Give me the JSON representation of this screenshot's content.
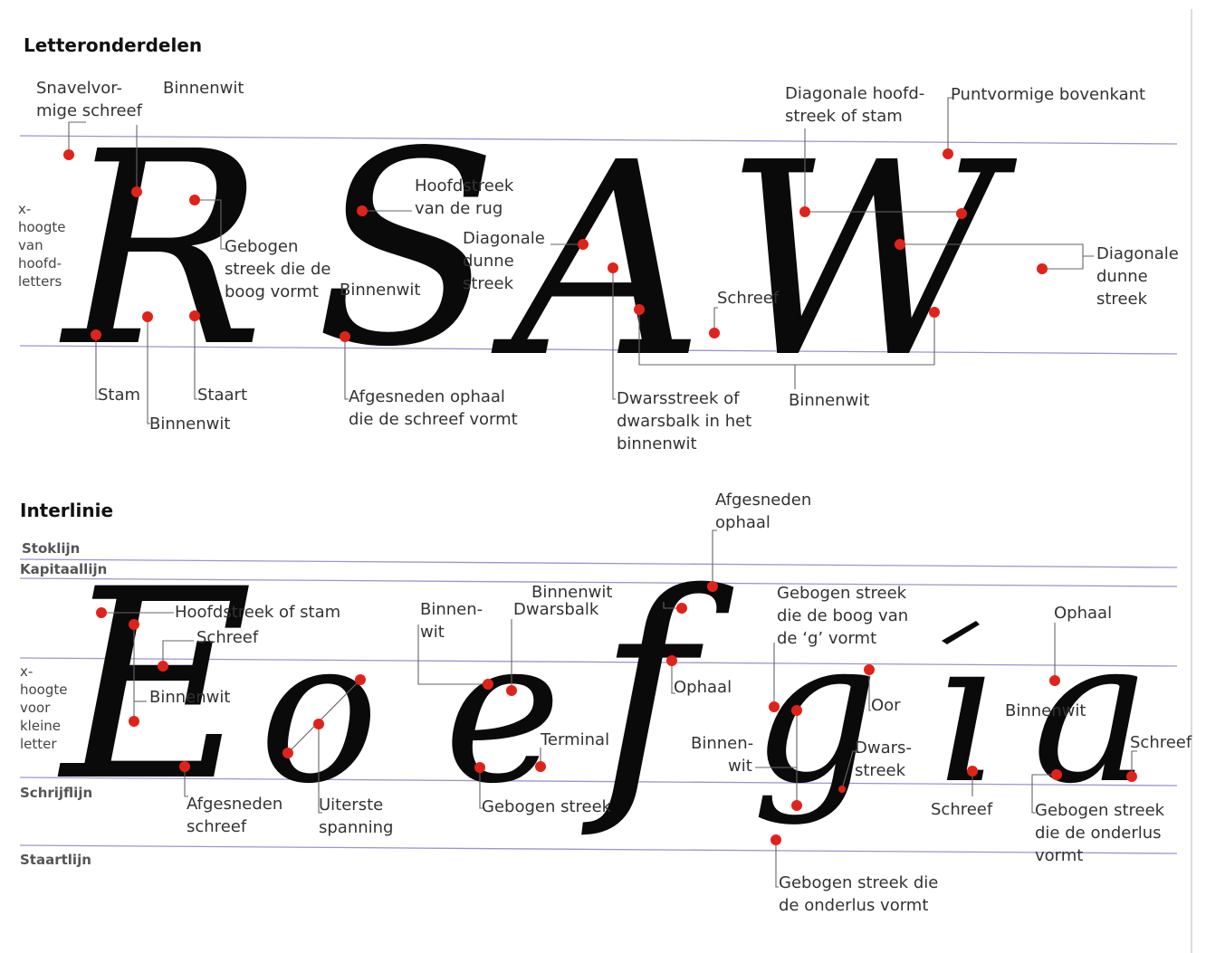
{
  "section_letterparts": {
    "heading": "Letteronderdelen",
    "letters": [
      "R",
      "S",
      "A",
      "W"
    ],
    "xheight_label": [
      "x-",
      "hoogte",
      "van",
      "hoofd-",
      "letters"
    ],
    "labels": {
      "snavelvormige": [
        "Snavelvor-",
        "mige schreef"
      ],
      "binnenwit_r_top": "Binnenwit",
      "gebogen_boog": [
        "Gebogen",
        "streek die de",
        "boog vormt"
      ],
      "stam": "Stam",
      "staart": "Staart",
      "binnenwit_r_bottom": "Binnenwit",
      "hoofdstreek_rug": [
        "Hoofdstreek",
        "van de rug"
      ],
      "binnenwit_s": "Binnenwit",
      "afgesneden_ophaal": [
        "Afgesneden ophaal",
        "die de schreef vormt"
      ],
      "diagonale_dunne_a": [
        "Diagonale",
        "dunne",
        "streek"
      ],
      "schreef_a": "Schreef",
      "dwarsstreek": [
        "Dwarsstreek of",
        "dwarsbalk in het",
        "binnenwit"
      ],
      "binnenwit_aw": "Binnenwit",
      "diagonale_hoofd": [
        "Diagonale hoofd-",
        "streek of stam"
      ],
      "puntvormige": "Puntvormige bovenkant",
      "diagonale_dunne_w": [
        "Diagonale",
        "dunne",
        "streek"
      ]
    }
  },
  "section_interline": {
    "heading": "Interlinie",
    "letters": [
      "E",
      "o",
      "e",
      "f",
      "g",
      "ı",
      "a"
    ],
    "line_names": {
      "stoklijn": "Stoklijn",
      "kapitaallijn": "Kapitaallijn",
      "schrijflijn": "Schrijflijn",
      "staartlijn": "Staartlijn"
    },
    "xheight_label": [
      "x-",
      "hoogte",
      "voor",
      "kleine",
      "letter"
    ],
    "labels": {
      "hoofdstreek_stam": "Hoofdstreek of stam",
      "schreef_e": "Schreef",
      "binnenwit_e": "Binnenwit",
      "afgesneden_schreef": [
        "Afgesneden",
        "schreef"
      ],
      "uiterste_spanning": [
        "Uiterste",
        "spanning"
      ],
      "binnenwit_o": [
        "Binnen-",
        "wit"
      ],
      "dwarsbalk": "Dwarsbalk",
      "binnenwit_f": "Binnenwit",
      "terminal": "Terminal",
      "gebogen_streek_e": "Gebogen streek",
      "afgesneden_ophaal_f": [
        "Afgesneden",
        "ophaal"
      ],
      "ophaal_f": "Ophaal",
      "gebogen_boog_g": [
        "Gebogen streek",
        "die de boog van",
        "de ‘g’ vormt"
      ],
      "oor": "Oor",
      "binnenwit_g": [
        "Binnen-",
        "wit"
      ],
      "dwarsstreek_g": [
        "Dwars-",
        "streek"
      ],
      "onderlus_g": [
        "Gebogen streek die",
        "de onderlus vormt"
      ],
      "schreef_i": "Schreef",
      "ophaal_a": "Ophaal",
      "binnenwit_a": "Binnenwit",
      "schreef_a2": "Schreef",
      "onderlus_a": [
        "Gebogen streek",
        "die de onderlus",
        "vormt"
      ]
    }
  },
  "colors": {
    "guide": "#9a95d0",
    "dot": "#e0231a",
    "ink": "#0a0a0a"
  }
}
